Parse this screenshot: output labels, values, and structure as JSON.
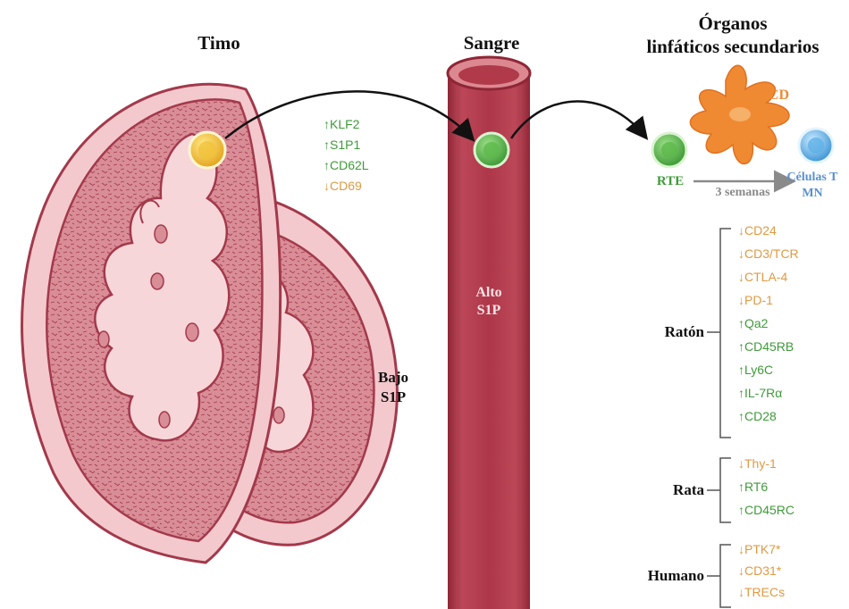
{
  "titles": {
    "thymus": "Timo",
    "blood": "Sangre",
    "organs_line1": "Órganos",
    "organs_line2": "linfáticos secundarios"
  },
  "labels": {
    "alto_1": "Alto",
    "alto_2": "S1P",
    "bajo_1": "Bajo",
    "bajo_2": "S1P",
    "cd": "CD",
    "rte": "RTE",
    "weeks": "3 semanas",
    "tcells_1": "Células T",
    "tcells_2": "MN"
  },
  "egress_markers": [
    {
      "dir": "↑",
      "name": "KLF2"
    },
    {
      "dir": "↑",
      "name": "S1P1"
    },
    {
      "dir": "↑",
      "name": "CD62L"
    },
    {
      "dir": "↓",
      "name": "CD69"
    }
  ],
  "species": [
    {
      "name": "Ratón",
      "markers": [
        {
          "dir": "↓",
          "name": "CD24"
        },
        {
          "dir": "↓",
          "name": "CD3/TCR"
        },
        {
          "dir": "↓",
          "name": "CTLA-4"
        },
        {
          "dir": "↓",
          "name": "PD-1"
        },
        {
          "dir": "↑",
          "name": "Qa2"
        },
        {
          "dir": "↑",
          "name": "CD45RB"
        },
        {
          "dir": "↑",
          "name": "Ly6C"
        },
        {
          "dir": "↑",
          "name": "IL-7Rα"
        },
        {
          "dir": "↑",
          "name": "CD28"
        }
      ]
    },
    {
      "name": "Rata",
      "markers": [
        {
          "dir": "↓",
          "name": "Thy-1"
        },
        {
          "dir": "↑",
          "name": "RT6"
        },
        {
          "dir": "↑",
          "name": "CD45RC"
        }
      ]
    },
    {
      "name": "Humano",
      "markers": [
        {
          "dir": "↓",
          "name": "PTK7*"
        },
        {
          "dir": "↓",
          "name": "CD31*"
        },
        {
          "dir": "↓",
          "name": "TRECs"
        }
      ]
    }
  ],
  "colors": {
    "up": "#3f9a3a",
    "down": "#e09a42",
    "tissue": "#d98d97",
    "tissue_border": "#a3394b",
    "vessel": "#b0394a",
    "vessel_light": "#dc8891",
    "yellow_cell": "#f0c23a",
    "green_cell": "#5cb94a",
    "blue_cell": "#5fb0e6",
    "dendritic_cell": "#f08a32",
    "tcells_text": "#5a90d0"
  }
}
